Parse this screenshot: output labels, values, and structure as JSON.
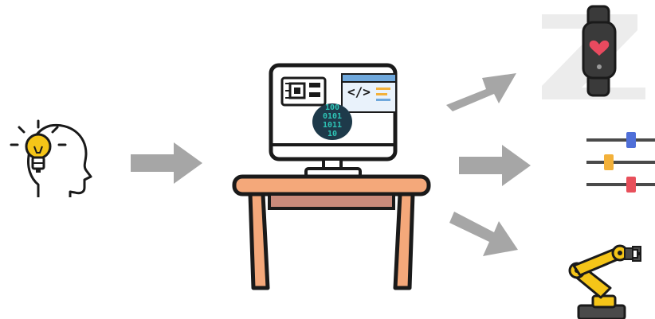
{
  "colors": {
    "outline": "#1a1a1a",
    "arrow": "#a6a6a6",
    "bulb": "#f5c518",
    "desk_top": "#f4a87a",
    "desk_apron": "#c98a7a",
    "watch_body": "#3a3a3a",
    "watch_heart": "#e84a5f",
    "slider_blue": "#4f6fd8",
    "slider_yellow": "#f3b13a",
    "slider_red": "#e8505b",
    "robot_yellow": "#f5c518",
    "code_teal": "#2ec4b6",
    "screen_dark": "#1e3a4a"
  },
  "icons": {
    "idea_head": "head-lightbulb-icon",
    "computer_desk": "computer-desk-icon",
    "code_window": "code-window-icon",
    "microchip": "microchip-icon",
    "binary_globe": "binary-data-icon",
    "smartwatch": "smartwatch-heart-icon",
    "sliders": "sliders-icon",
    "robot_arm": "robotic-arm-icon",
    "arrow": "arrow-right-icon"
  },
  "binary": {
    "row1": "100",
    "row2": "0101",
    "row3": "1011",
    "row4": "10"
  },
  "code_tag": "</>"
}
